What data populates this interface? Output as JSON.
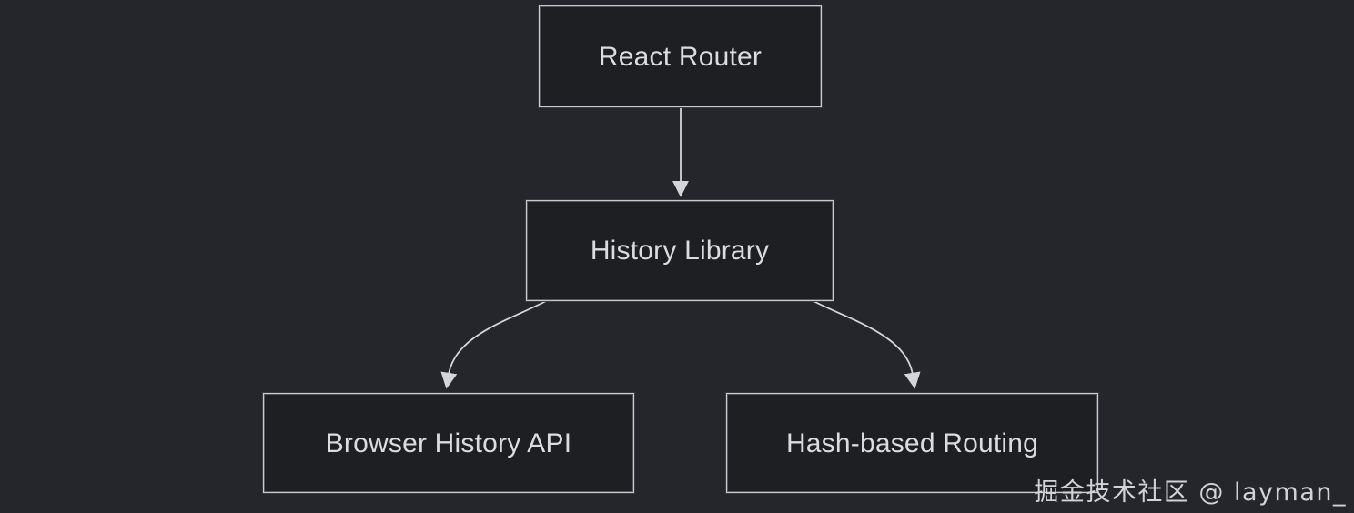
{
  "diagram": {
    "type": "flowchart",
    "direction": "top-down",
    "background_color": "#24262b",
    "node_fill_color": "#1e1f22",
    "node_border_color": "#c9cacd",
    "text_color": "#dcdcde",
    "edge_color": "#d4d5d8",
    "nodes": [
      {
        "id": "react-router",
        "label": "React Router"
      },
      {
        "id": "history-lib",
        "label": "History Library"
      },
      {
        "id": "browser-api",
        "label": "Browser History API"
      },
      {
        "id": "hash-routing",
        "label": "Hash-based Routing"
      }
    ],
    "edges": [
      {
        "from": "react-router",
        "to": "history-lib",
        "style": "straight",
        "arrow": "down"
      },
      {
        "from": "history-lib",
        "to": "browser-api",
        "style": "curved",
        "arrow": "down"
      },
      {
        "from": "history-lib",
        "to": "hash-routing",
        "style": "curved",
        "arrow": "down"
      }
    ]
  },
  "watermark": {
    "text": "掘金技术社区 @ layman_"
  }
}
